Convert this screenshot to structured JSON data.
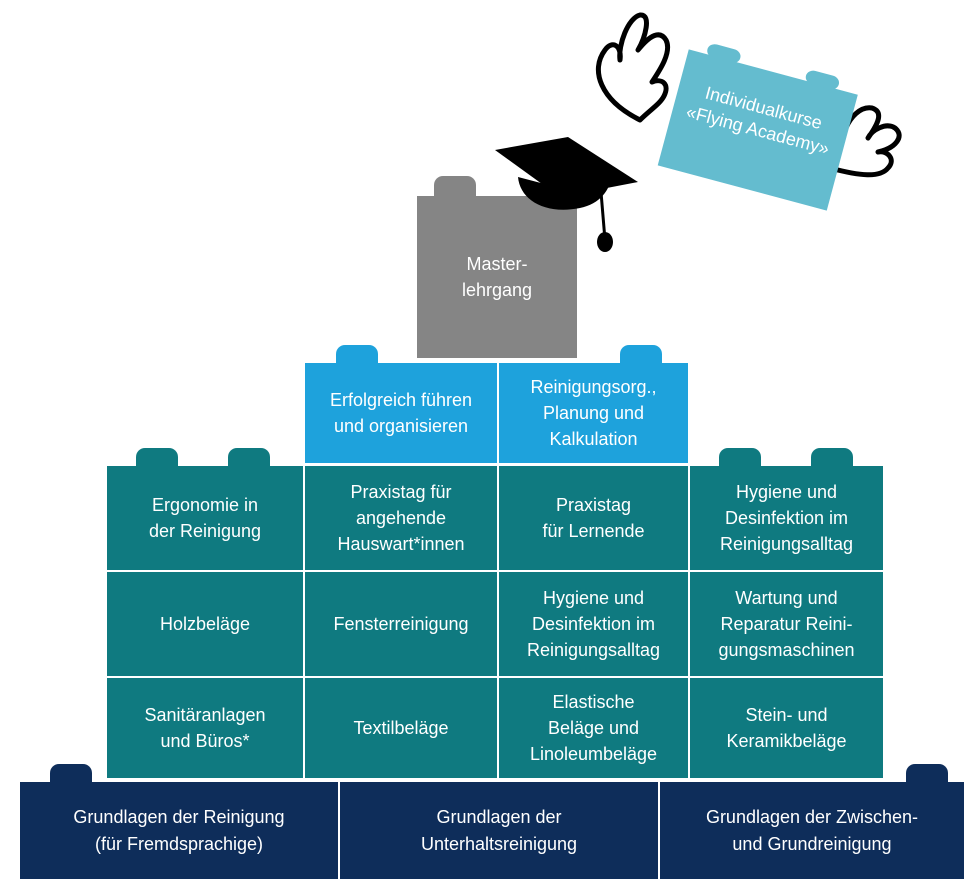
{
  "flying": {
    "line1": "Individualkurse",
    "line2": "«Flying Academy»"
  },
  "master": {
    "label": "Master-\nlehrgang"
  },
  "level3": {
    "left": "Erfolgreich führen\nund organisieren",
    "right": "Reinigungsorg.,\nPlanung und\nKalkulation"
  },
  "grid": {
    "r1": [
      "Ergonomie in\nder Reinigung",
      "Praxistag für\nangehende\nHauswart*innen",
      "Praxistag\nfür Lernende",
      "Hygiene und\nDesinfektion im\nReinigungsalltag"
    ],
    "r2": [
      "Holzbeläge",
      "Fensterreinigung",
      "Hygiene und\nDesinfektion im\nReinigungsalltag",
      "Wartung und\nReparatur Reini-\ngungsmaschinen"
    ],
    "r3": [
      "Sanitäranlagen\nund Büros*",
      "Textilbeläge",
      "Elastische\nBeläge und\nLinoleumbeläge",
      "Stein- und\nKeramikbeläge"
    ]
  },
  "base": [
    "Grundlagen der Reinigung\n(für Fremdsprachige)",
    "Grundlagen der\nUnterhaltsreinigung",
    "Grundlagen der Zwischen-\nund Grundreinigung"
  ],
  "colors": {
    "teal": "#0f7a80",
    "blue": "#1ea2dc",
    "navy": "#0e2d5a",
    "grey": "#858585",
    "flying": "#64bccf"
  }
}
